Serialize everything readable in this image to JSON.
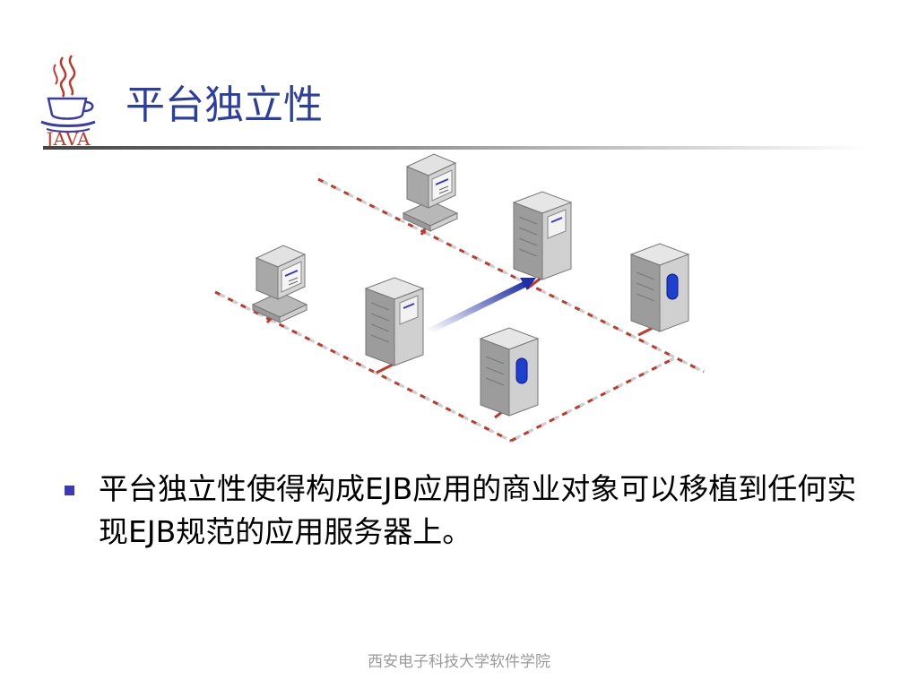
{
  "header": {
    "title": "平台独立性",
    "logo_label": "JAVA"
  },
  "body": {
    "bullets": [
      {
        "text": "平台独立性使得构成EJB应用的商业对象可以移植到任何实现EJB规范的应用服务器上。"
      }
    ]
  },
  "footer": {
    "text": "西安电子科技大学软件学院"
  },
  "colors": {
    "title": "#2c3e9e",
    "bullet": "#3a3ab8",
    "network_line": "#c0392b",
    "arrow": "#1f2fa8"
  },
  "icons": {
    "logo": "java-coffee-cup-icon",
    "workstation": "workstation-icon",
    "server": "server-tower-icon"
  }
}
